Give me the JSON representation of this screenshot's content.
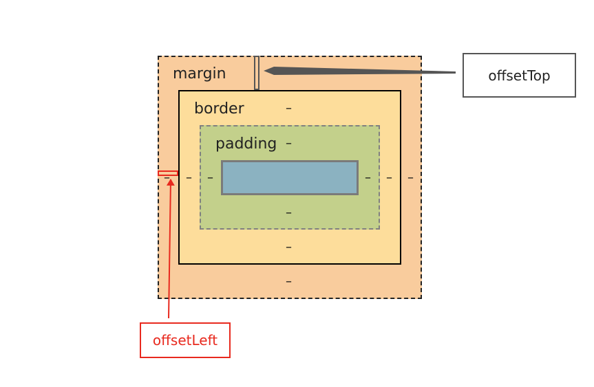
{
  "labels": {
    "margin": "margin",
    "border": "border",
    "padding": "padding"
  },
  "dash": "–",
  "callouts": {
    "offset_top": "offsetTop",
    "offset_left": "offsetLeft"
  },
  "colors": {
    "margin": "#f9cc9d",
    "border": "#fddd9b",
    "padding": "#c3d08b",
    "content": "#8bb2c1",
    "offset_top_arrow": "#555555",
    "offset_left_arrow": "#e8291e"
  }
}
